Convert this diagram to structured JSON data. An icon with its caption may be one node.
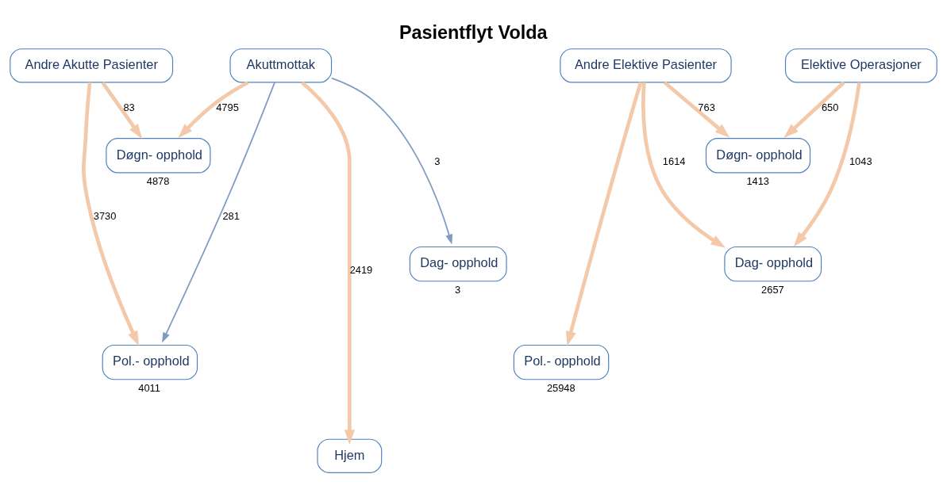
{
  "diagram": {
    "title": "Pasientflyt Volda",
    "nodes": [
      {
        "text": [
          "Andre Akutte Pasienter"
        ]
      },
      {
        "text": [
          "Akuttmottak"
        ]
      },
      {
        "text": [
          "Andre Elektive Pasienter"
        ]
      },
      {
        "text": [
          "Elektive Operasjoner"
        ]
      },
      {
        "text": [
          "Døgn- opphold"
        ],
        "beside": [
          "4878"
        ]
      },
      {
        "text": [
          "Dag- opphold"
        ],
        "beside": [
          "3"
        ]
      },
      {
        "text": [
          "Pol.- opphold"
        ],
        "beside": [
          "4011"
        ]
      },
      {
        "text": [
          "Hjem"
        ]
      },
      {
        "text": [
          "Døgn- opphold"
        ],
        "beside": [
          "1413"
        ]
      },
      {
        "text": [
          "Dag- opphold"
        ],
        "beside": [
          "2657"
        ]
      },
      {
        "text": [
          "Pol.- opphold"
        ],
        "beside": [
          "25948"
        ]
      }
    ],
    "edges": [
      {
        "from": 0,
        "to": 4,
        "arrow": "to",
        "label": "83"
      },
      {
        "from": 0,
        "to": 6,
        "arrow": "to",
        "label": "3730"
      },
      {
        "from": 1,
        "to": 4,
        "arrow": "to",
        "label": "4795"
      },
      {
        "from": 1,
        "to": 5,
        "arrow": "to",
        "label": "3",
        "color": "#7f9cc0"
      },
      {
        "from": 1,
        "to": 6,
        "arrow": "to",
        "label": "281",
        "color": "#7f9cc0"
      },
      {
        "from": 1,
        "to": 7,
        "arrow": "to",
        "label": "2419"
      },
      {
        "from": 2,
        "to": 8,
        "arrow": "to",
        "label": "763"
      },
      {
        "from": 2,
        "to": 9,
        "arrow": "to",
        "label": "1614"
      },
      {
        "from": 2,
        "to": 10,
        "arrow": "to"
      },
      {
        "from": 3,
        "to": 8,
        "arrow": "to",
        "label": "650"
      },
      {
        "from": 3,
        "to": 9,
        "arrow": "to",
        "label": "1043"
      }
    ]
  }
}
